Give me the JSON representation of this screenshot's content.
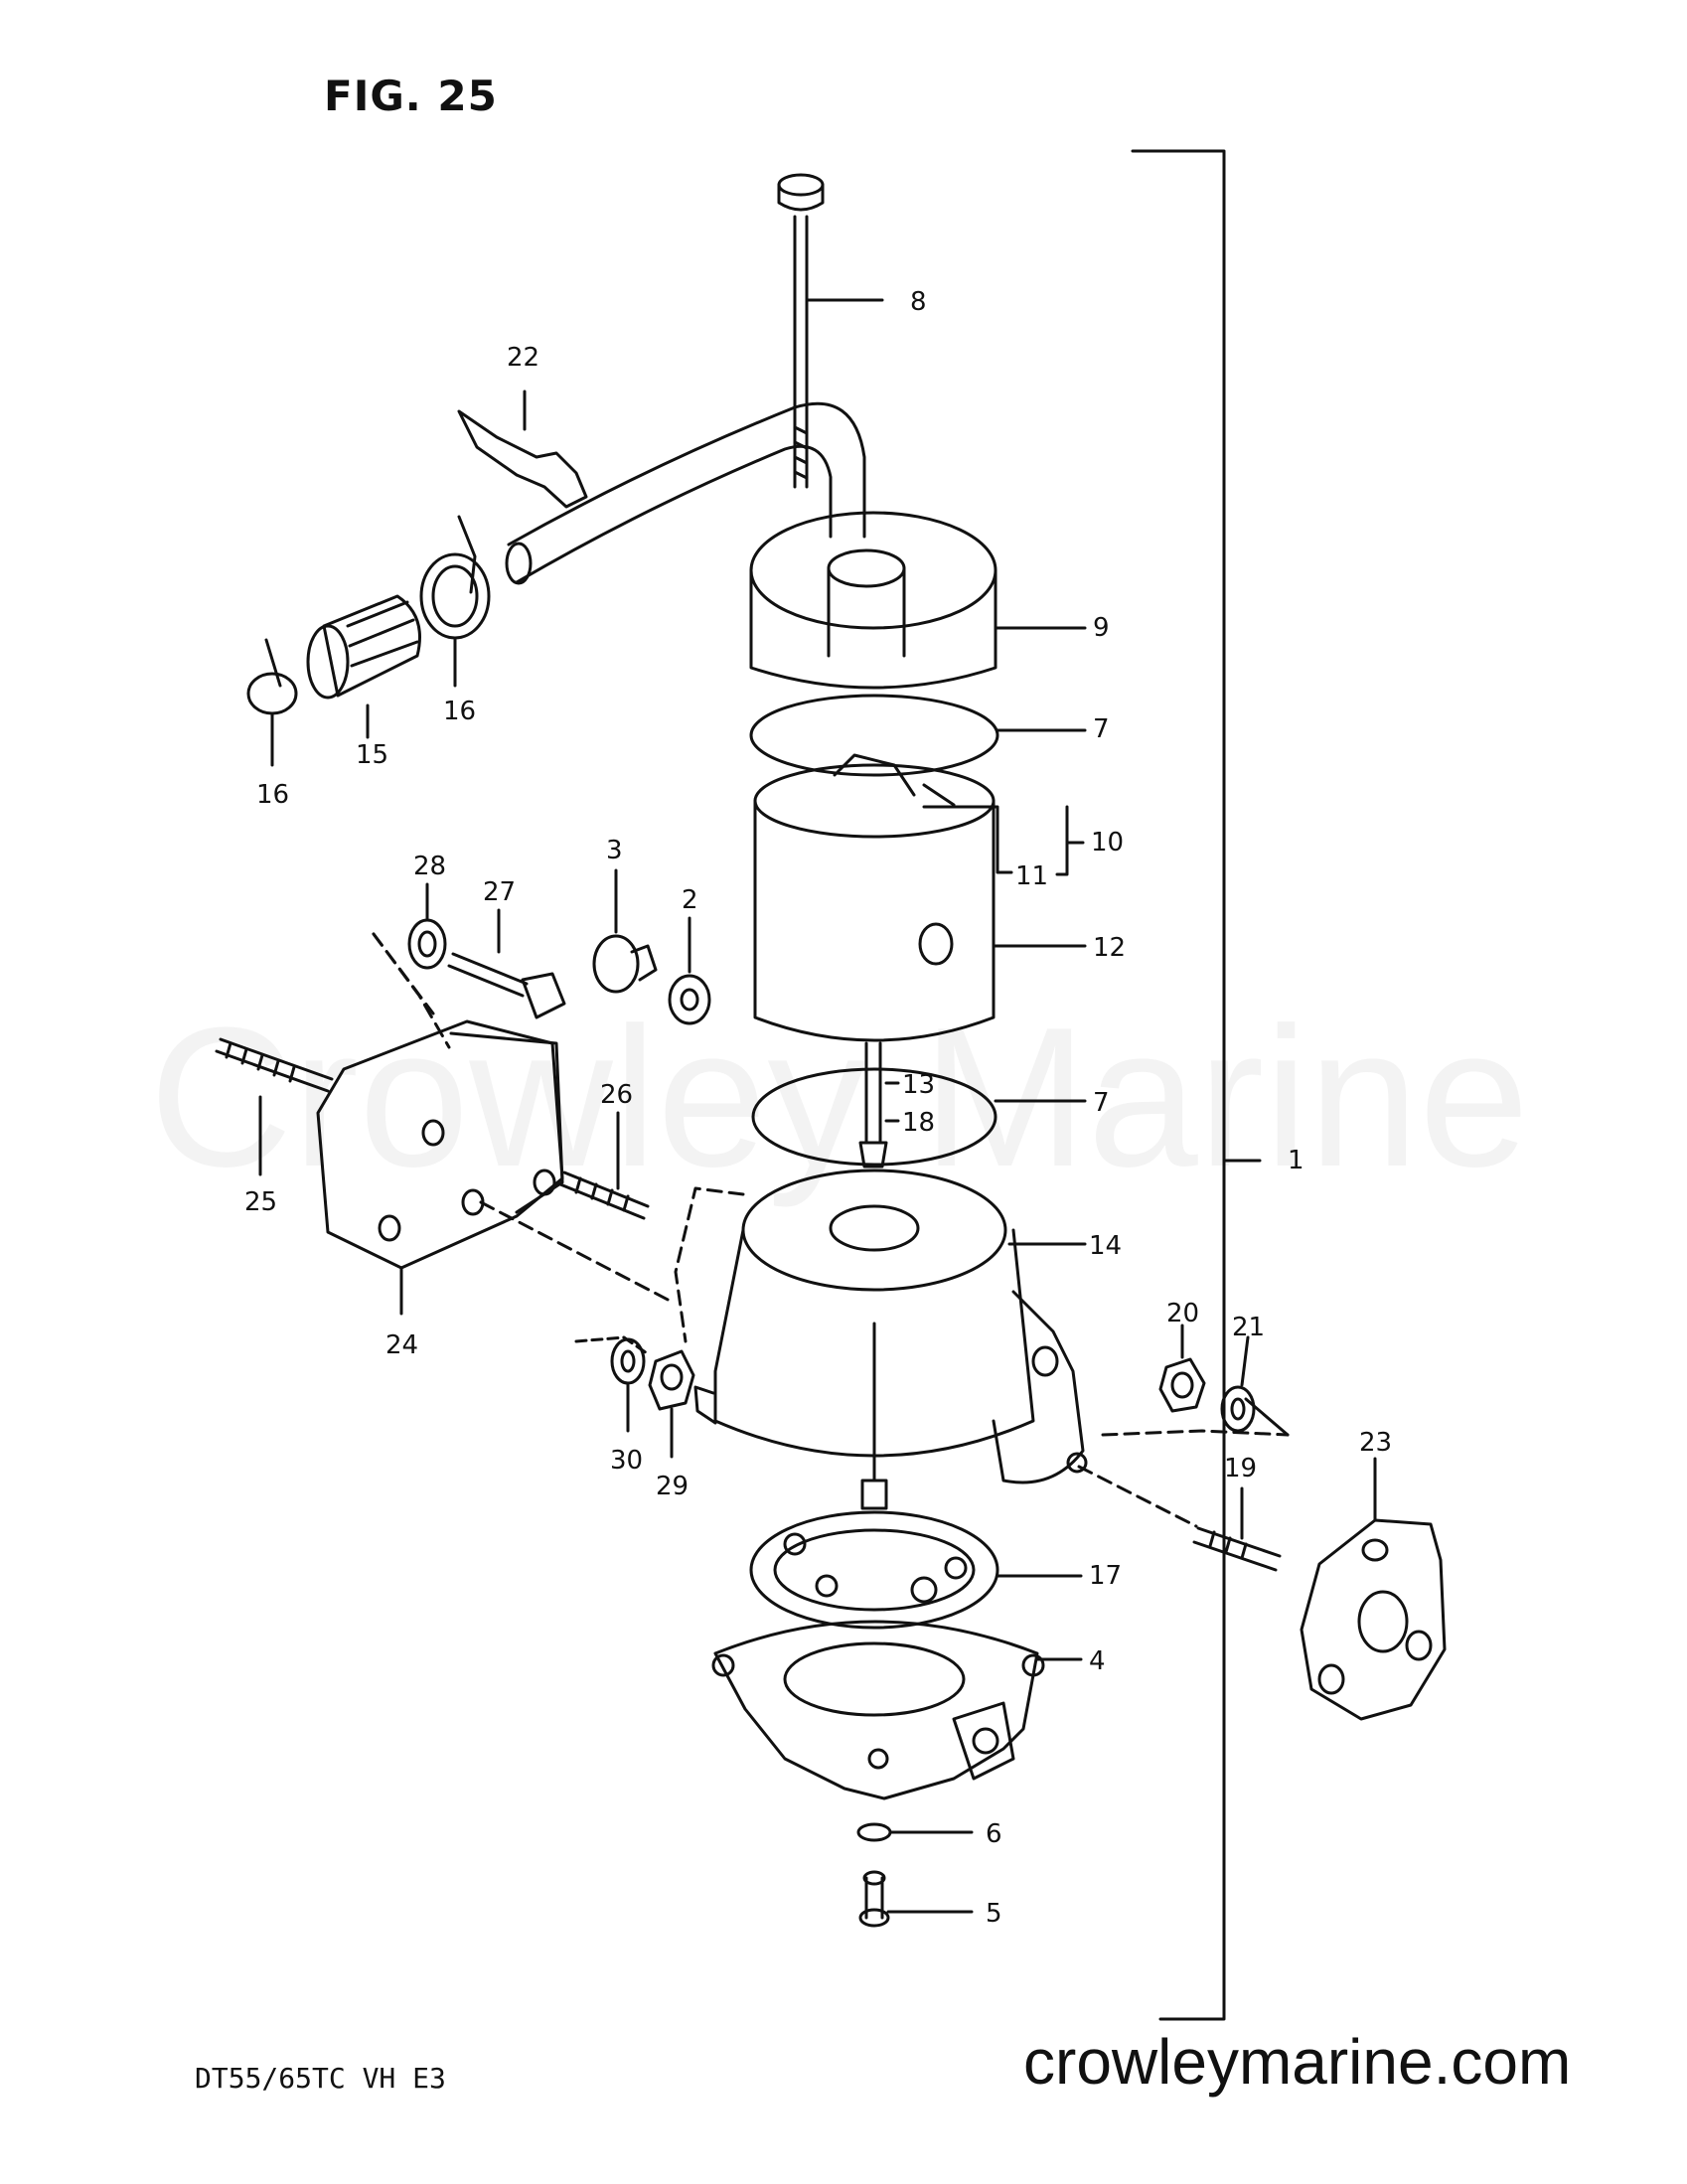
{
  "figure": {
    "title": "FIG. 25",
    "model": "DT55/65TC VH E3"
  },
  "watermark": {
    "text": "Crowley Marine",
    "site": "crowleymarine.com"
  },
  "labels": [
    "1",
    "2",
    "3",
    "4",
    "5",
    "6",
    "7",
    "7",
    "8",
    "9",
    "10",
    "11",
    "12",
    "13",
    "14",
    "15",
    "16",
    "16",
    "17",
    "18",
    "19",
    "20",
    "21",
    "22",
    "23",
    "24",
    "25",
    "26",
    "27",
    "28",
    "29",
    "30"
  ],
  "colors": {
    "ink": "#111111",
    "paper": "#ffffff"
  }
}
